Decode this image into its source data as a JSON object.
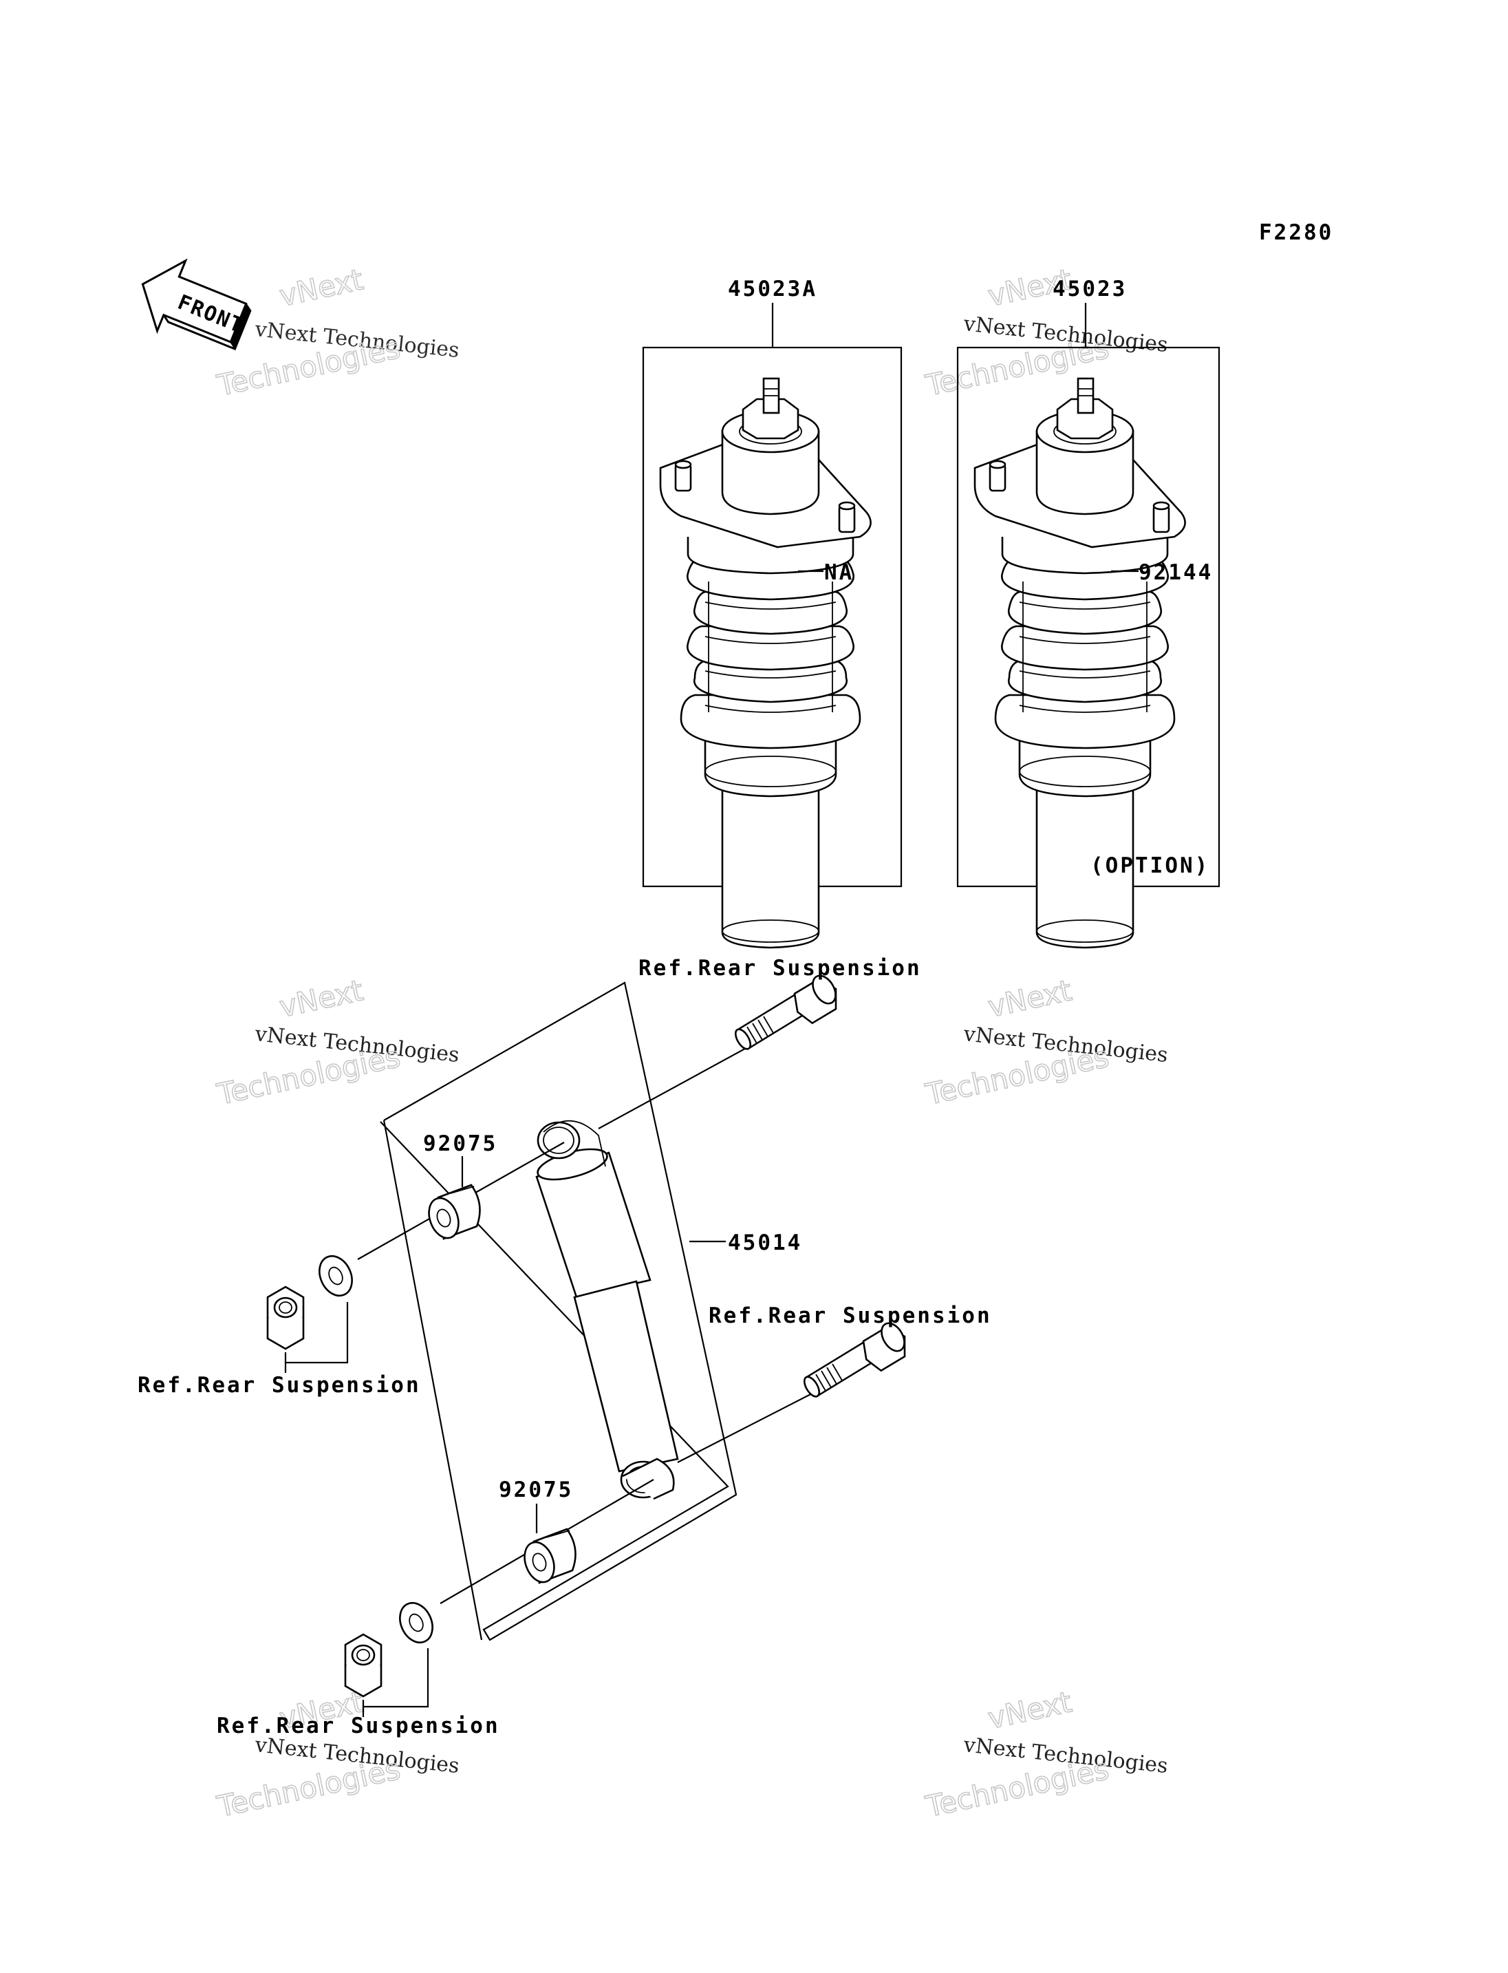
{
  "figure_code": "F2280",
  "front_label": "FRONT",
  "parts": {
    "shock_std": "45023A",
    "shock_opt": "45023",
    "spring_std": "NA",
    "spring_opt": "92144",
    "option_note": "(OPTION)",
    "rear_shock": "45014",
    "bushing_upper": "92075",
    "bushing_lower": "92075"
  },
  "refs": {
    "upper_bolt": "Ref.Rear Suspension",
    "lower_bolt": "Ref.Rear Suspension",
    "upper_nut": "Ref.Rear Suspension",
    "lower_nut": "Ref.Rear Suspension"
  },
  "watermark": {
    "brand": "vNext",
    "company": "vNext Technologies",
    "word": "Technologies"
  }
}
